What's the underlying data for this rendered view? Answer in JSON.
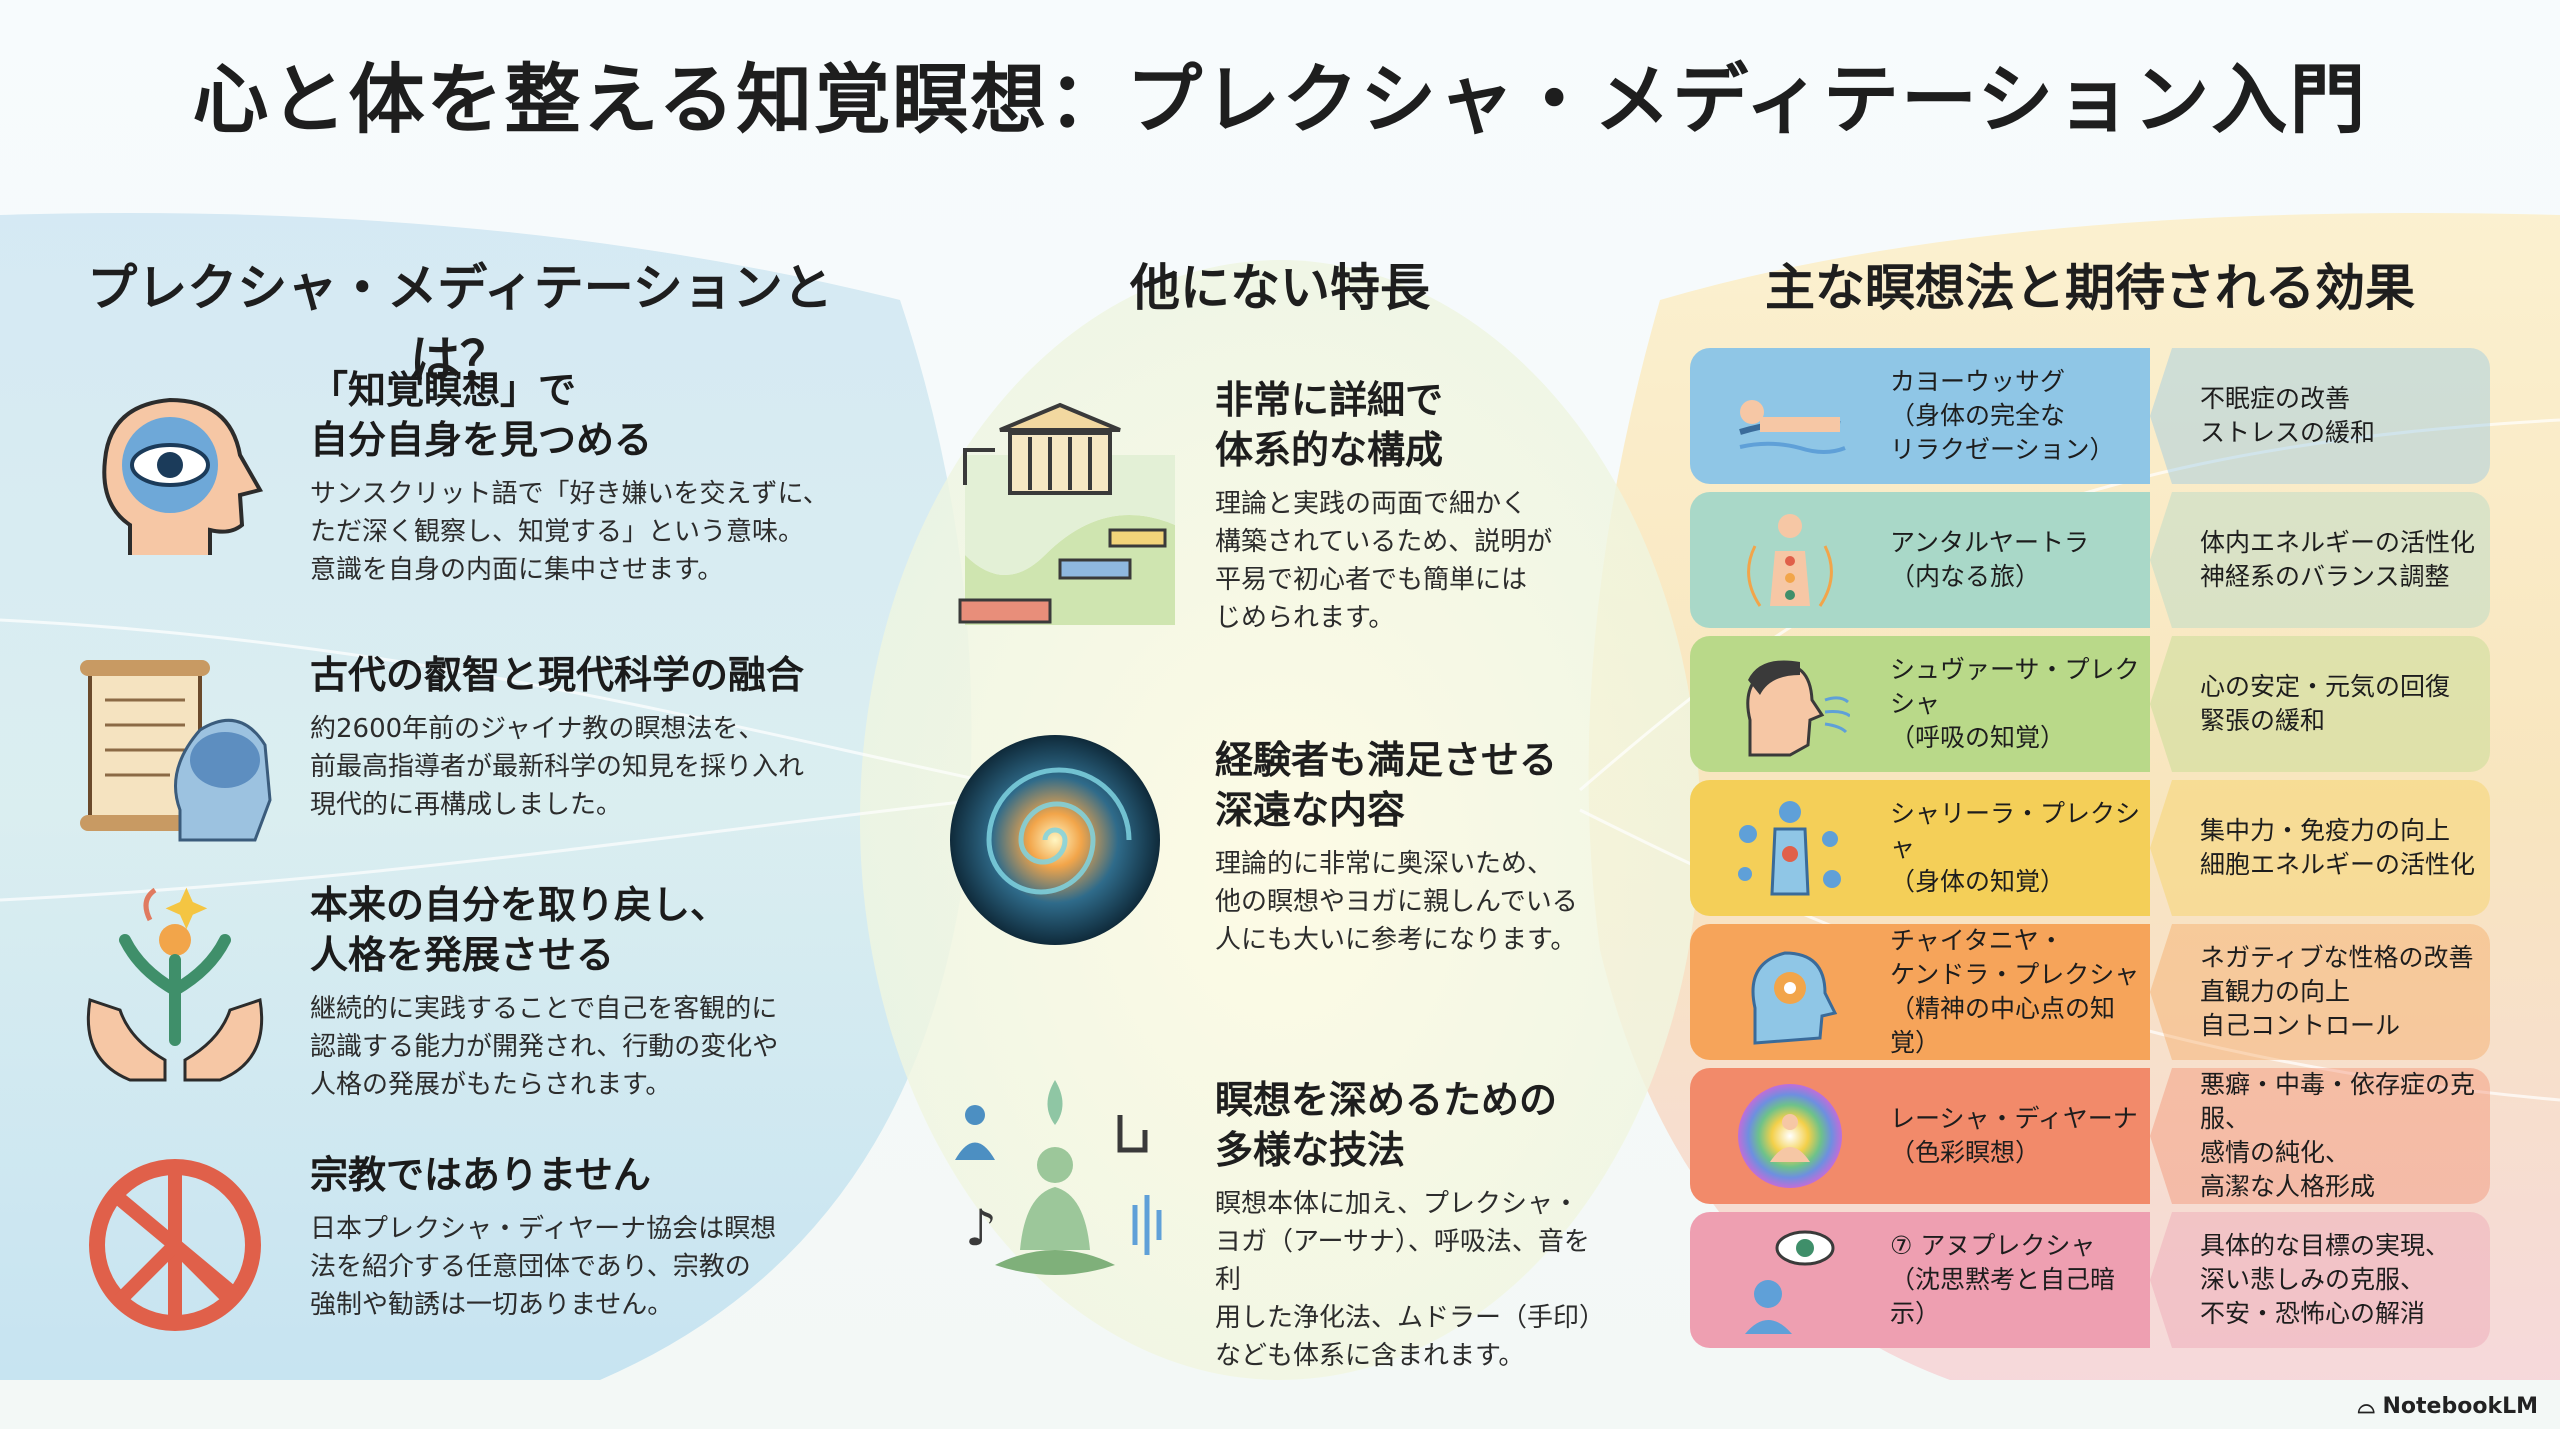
{
  "title": "心と体を整える知覚瞑想：プレクシャ・メディテーション入門",
  "left": {
    "heading": "プレクシャ・メディテーションとは？",
    "items": [
      {
        "title": "「知覚瞑想」で\n自分自身を見つめる",
        "desc": "サンスクリット語で「好き嫌いを交えずに、\nただ深く観察し、知覚する」という意味。\n意識を自身の内面に集中させます。",
        "icon": "head-eye-icon"
      },
      {
        "title": "古代の叡智と現代科学の融合",
        "desc": "約2600年前のジャイナ教の瞑想法を、\n前最高指導者が最新科学の知見を採り入れ\n現代的に再構成しました。",
        "icon": "scroll-brain-icon"
      },
      {
        "title": "本来の自分を取り戻し、\n人格を発展させる",
        "desc": "継続的に実践することで自己を客観的に\n認識する能力が開発され、行動の変化や\n人格の発展がもたらされます。",
        "icon": "growth-hands-icon"
      },
      {
        "title": "宗教ではありません",
        "desc": "日本プレクシャ・ディヤーナ協会は瞑想\n法を紹介する任意団体であり、宗教の\n強制や勧誘は一切ありません。",
        "icon": "no-religion-icon"
      }
    ]
  },
  "center": {
    "heading": "他にない特長",
    "items": [
      {
        "title": "非常に詳細で\n体系的な構成",
        "desc": "理論と実践の両面で細かく\n構築されているため、説明が\n平易で初心者でも簡単には\nじめられます。",
        "icon": "temple-steps-icon"
      },
      {
        "title": "経験者も満足させる\n深遠な内容",
        "desc": "理論的に非常に奥深いため、\n他の瞑想やヨガに親しんでいる\n人にも大いに参考になります。",
        "icon": "spiral-galaxy-icon"
      },
      {
        "title": "瞑想を深めるための\n多様な技法",
        "desc": "瞑想本体に加え、プレクシャ・\nヨガ（アーサナ）、呼吸法、音を利\n用した浄化法、ムドラー（手印）\nなども体系に含まれます。",
        "icon": "meditation-techniques-icon"
      }
    ]
  },
  "right": {
    "heading": "主な瞑想法と期待される効果",
    "rows": [
      {
        "name": "カヨーウッサグ\n（身体の完全な\nリラクゼーション）",
        "effect": "不眠症の改善\nストレスの緩和",
        "icon": "reclining-body-icon",
        "color": "#8fc6e6"
      },
      {
        "name": "アンタルヤートラ\n（内なる旅）",
        "effect": "体内エネルギーの活性化\n神経系のバランス調整",
        "icon": "energy-body-icon",
        "color": "#a9d8c8"
      },
      {
        "name": "シュヴァーサ・プレクシャ\n（呼吸の知覚）",
        "effect": "心の安定・元気の回復\n緊張の緩和",
        "icon": "breathing-face-icon",
        "color": "#b9d989"
      },
      {
        "name": "シャリーラ・プレクシャ\n（身体の知覚）",
        "effect": "集中力・免疫力の向上\n細胞エネルギーの活性化",
        "icon": "body-cells-icon",
        "color": "#f4cf58"
      },
      {
        "name": "チャイタニヤ・\nケンドラ・プレクシャ\n（精神の中心点の知覚）",
        "effect": "ネガティブな性格の改善\n直観力の向上\n自己コントロール",
        "icon": "mind-center-icon",
        "color": "#f6a45a"
      },
      {
        "name": "レーシャ・ディヤーナ\n（色彩瞑想）",
        "effect": "悪癖・中毒・依存症の克服、\n感情の純化、\n高潔な人格形成",
        "icon": "color-aura-icon",
        "color": "#f28a6a"
      },
      {
        "name": "⑦ アヌプレクシャ\n（沈思黙考と自己暗示）",
        "effect": "具体的な目標の実現、\n深い悲しみの克服、\n不安・恐怖心の解消",
        "icon": "contemplation-eye-icon",
        "color": "#ee9fb1"
      }
    ]
  },
  "brand": "NotebookLM"
}
